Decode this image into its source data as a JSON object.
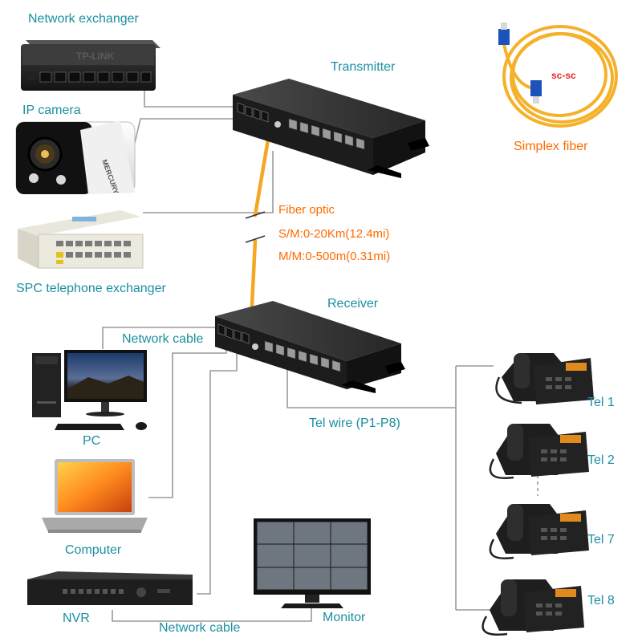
{
  "labels": {
    "network_exchanger": "Network exchanger",
    "ip_camera": "IP camera",
    "spc_exchanger": "SPC telephone exchanger",
    "transmitter": "Transmitter",
    "receiver": "Receiver",
    "simplex_fiber": "Simplex fiber",
    "sc_sc": "sc-sc",
    "fiber_optic": "Fiber optic",
    "sm_range": "S/M:0-20Km(12.4mi)",
    "mm_range": "M/M:0-500m(0.31mi)",
    "network_cable_top": "Network cable",
    "pc": "PC",
    "computer": "Computer",
    "nvr": "NVR",
    "monitor": "Monitor",
    "network_cable_bottom": "Network cable",
    "tel_wire": "Tel wire (P1-P8)",
    "tel1": "Tel 1",
    "tel2": "Tel 2",
    "tel7": "Tel 7",
    "tel8": "Tel 8"
  },
  "branding": {
    "switch_brand": "TP-LINK",
    "camera_brand": "MERCURY"
  },
  "colors": {
    "label": "#1a8fa0",
    "fiber": "#f5a623",
    "fiber_text": "#ff6a00",
    "device_body": "#2a2a2a",
    "line": "#9a9a9a"
  }
}
